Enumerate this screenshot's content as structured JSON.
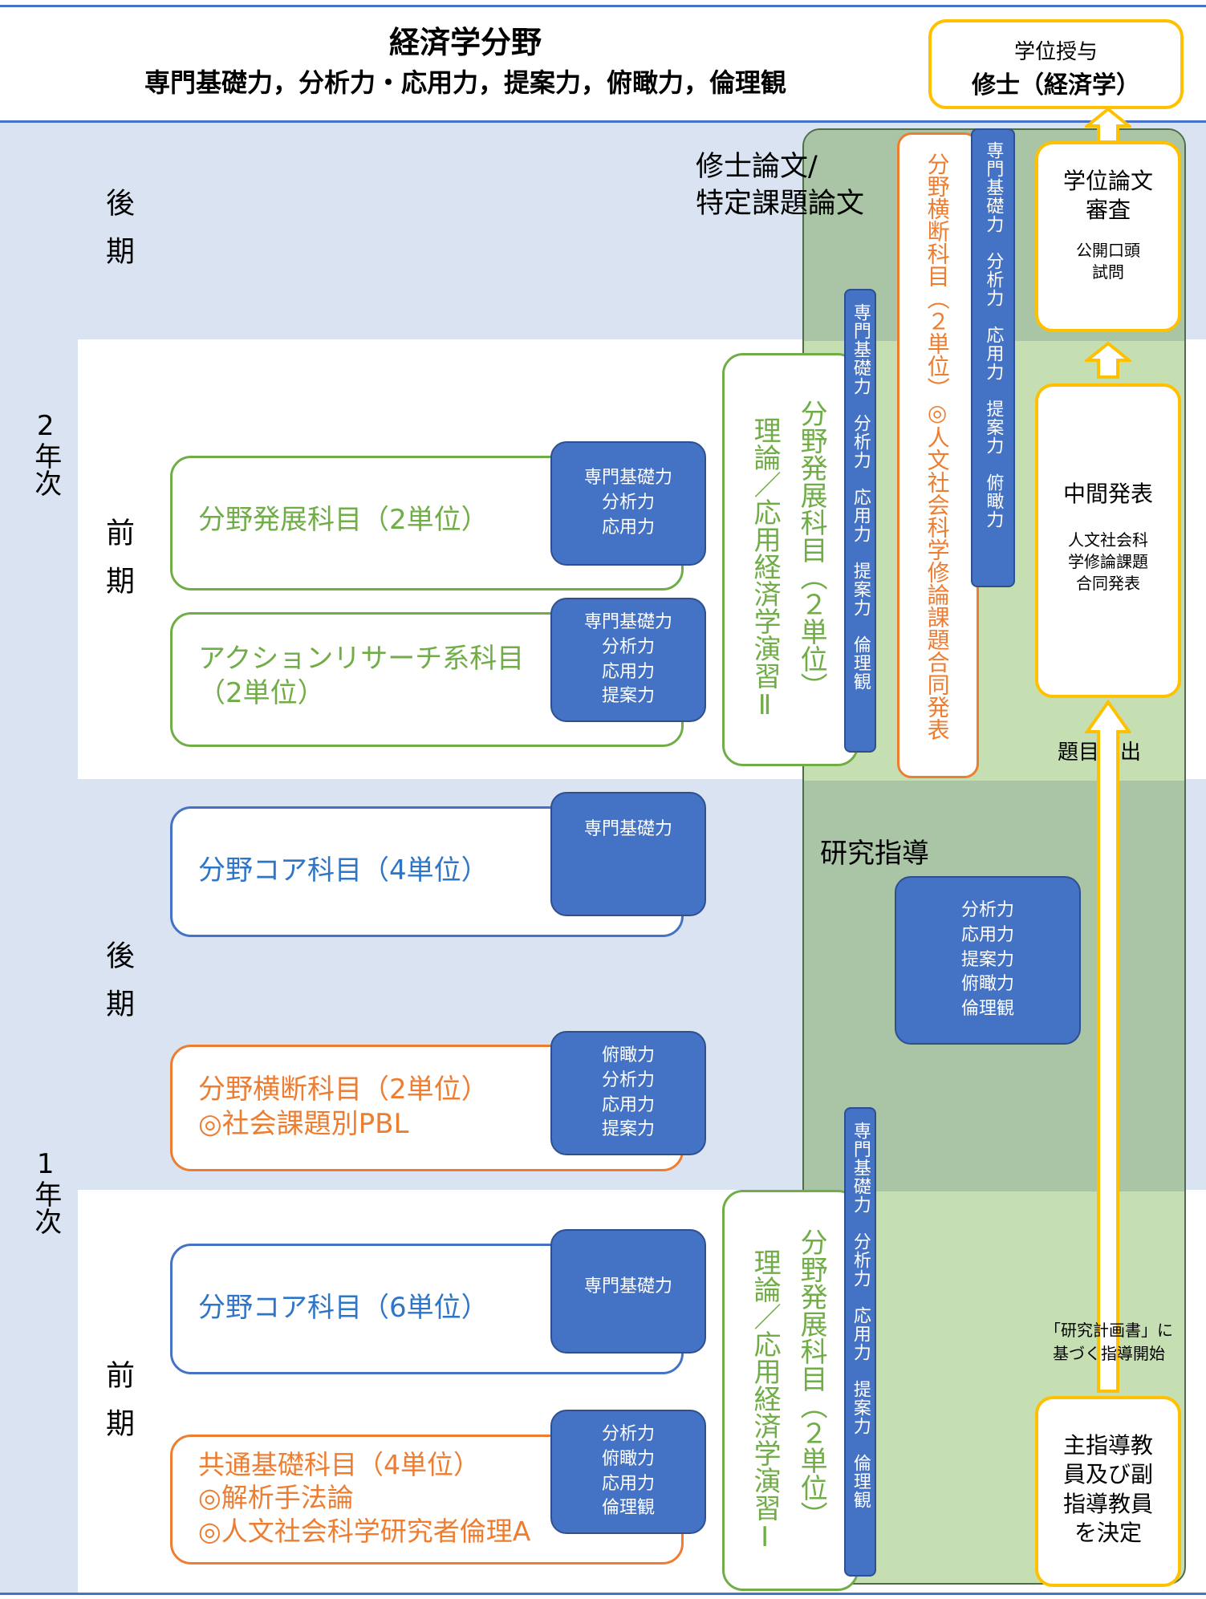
{
  "header": {
    "title": "経済学分野",
    "subtitle": "専門基礎力，分析力・応用力，提案力，俯瞰力，倫理観"
  },
  "degree": {
    "line1": "学位授与",
    "line2": "修士（経済学）"
  },
  "years": {
    "year2": "2年次",
    "year1": "1年次"
  },
  "terms": {
    "y2_late": "後期",
    "y2_early": "前期",
    "y1_late": "後期",
    "y1_early": "前期"
  },
  "thesis_label": {
    "line1": "修士論文/",
    "line2": "特定課題論文"
  },
  "research_guidance": {
    "label": "研究指導",
    "skills": [
      "分析力",
      "応用力",
      "提案力",
      "俯瞰力",
      "倫理観"
    ]
  },
  "courses": {
    "y2_dev": {
      "label": "分野発展科目（2単位）",
      "skills": [
        "専門基礎力",
        "分析力",
        "応用力"
      ]
    },
    "y2_action": {
      "line1": "アクションリサーチ系科目",
      "line2": "（2単位）",
      "skills": [
        "専門基礎力",
        "分析力",
        "応用力",
        "提案力"
      ]
    },
    "y1_core4": {
      "label": "分野コア科目（4単位）",
      "skills": [
        "専門基礎力"
      ]
    },
    "y1_cross": {
      "line1": "分野横断科目（2単位）",
      "line2": "◎社会課題別PBL",
      "skills": [
        "俯瞰力",
        "分析力",
        "応用力",
        "提案力"
      ]
    },
    "y1_core6": {
      "label": "分野コア科目（6単位）",
      "skills": [
        "専門基礎力"
      ]
    },
    "y1_common": {
      "line1": "共通基礎科目（4単位）",
      "line2": "◎解析手法論",
      "line3": "◎人文社会科学研究者倫理A",
      "skills": [
        "分析力",
        "俯瞰力",
        "応用力",
        "倫理観"
      ]
    }
  },
  "exercise2": {
    "col1": "分野発展科目（２単位）",
    "col2": "理論／応用経済学演習Ⅱ",
    "skills": "専門基礎力　分析力　応用力　提案力　倫理観"
  },
  "exercise1": {
    "col1": "分野発展科目（２単位）",
    "col2": "理論／応用経済学演習Ⅰ",
    "skills": "専門基礎力　分析力　応用力　提案力　倫理観"
  },
  "cross_presentation": {
    "text": "分野横断科目（２単位）◎人文社会科学修論課題合同発表",
    "skills": "専門基礎力　分析力　応用力　提案力　俯瞰力"
  },
  "process": {
    "review_title1": "学位論文",
    "review_title2": "審査",
    "review_sub1": "公開口頭",
    "review_sub2": "試問",
    "mid_title": "中間発表",
    "mid_sub1": "人文社会科",
    "mid_sub2": "学修論課題",
    "mid_sub3": "合同発表",
    "topic_submit": "題目提出",
    "plan_note1": "「研究計画書」に",
    "plan_note2": "基づく指導開始",
    "advisor1": "主指導教",
    "advisor2": "員及び副",
    "advisor3": "指導教員",
    "advisor4": "を決定"
  }
}
